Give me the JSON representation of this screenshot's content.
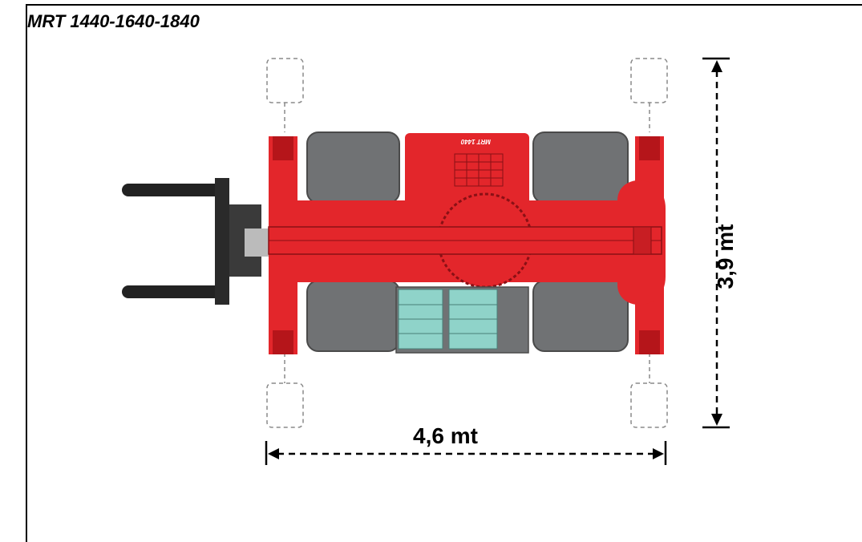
{
  "title": "MRT 1440-1640-1840",
  "model_badge": "MRT 1440",
  "dimensions": {
    "width_label": "4,6 mt",
    "length_label": "3,9 mt"
  },
  "colors": {
    "body_red": "#e3262b",
    "dark_red": "#b5151a",
    "tyre_grey": "#707274",
    "fork_black": "#222222",
    "window_teal": "#8fd3c9"
  }
}
